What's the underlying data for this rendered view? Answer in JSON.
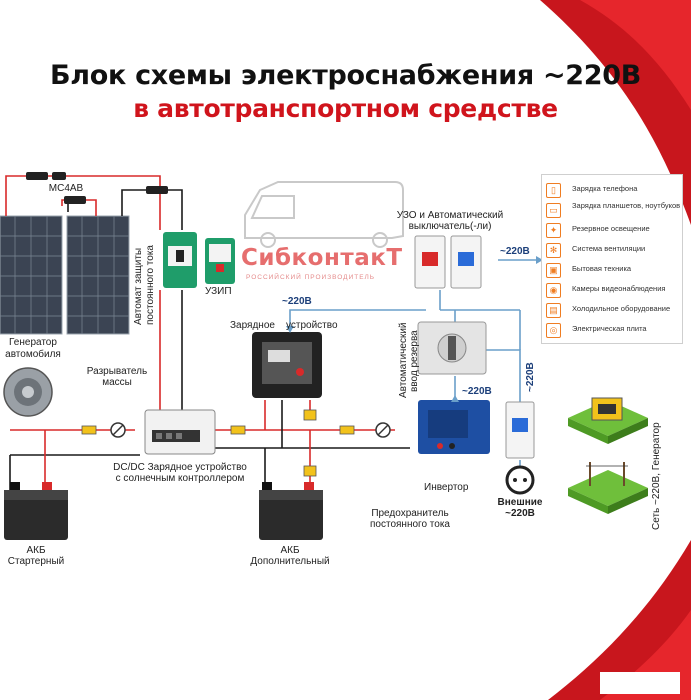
{
  "title": {
    "line1": "Блок схемы электроснабжения ~220В",
    "line2": "в автотранспортном средстве"
  },
  "brand": {
    "name": "СибконтакТ",
    "subtitle": "РОССИЙСКИЙ ПРОИЗВОДИТЕЛЬ"
  },
  "labels": {
    "mc4": "МС4АВ",
    "dc_protect_1": "Автомат защиты",
    "dc_protect_2": "постоянного тока",
    "uzip": "УЗИП",
    "charger_1": "Зарядное",
    "charger_2": "устройство",
    "alt_1": "Генератор",
    "alt_2": "автомобиля",
    "disc_1": "Разрыватель",
    "disc_2": "массы",
    "dcdc_1": "DC/DC Зарядное устройство",
    "dcdc_2": "с солнечным контроллером",
    "fuse_1": "Предохранитель",
    "fuse_2": "постоянного тока",
    "inverter": "Инвертор",
    "ext_1": "Внешние",
    "ext_2": "~220В",
    "akb1_1": "АКБ",
    "akb1_2": "Стартерный",
    "akb2_1": "АКБ",
    "akb2_2": "Дополнительный",
    "rcd_1": "УЗО и Автоматический",
    "rcd_2": "выключатель(-ли)",
    "ats_1": "Автоматический",
    "ats_2": "ввод резерва",
    "grid": "Сеть ~220В, Генератор",
    "v220_a": "~220В",
    "v220_b": "~220В",
    "v220_c": "~220В",
    "v220_d": "~220В"
  },
  "legend": {
    "items": [
      {
        "icon": "phone-icon",
        "glyph": "▯",
        "text": "Зарядка телефона"
      },
      {
        "icon": "tablet-icon",
        "glyph": "▭",
        "text": "Зарядка планшетов, ноутбуков"
      },
      {
        "icon": "bulb-icon",
        "glyph": "✦",
        "text": "Резервное освещение"
      },
      {
        "icon": "fan-icon",
        "glyph": "✻",
        "text": "Система вентиляции"
      },
      {
        "icon": "appliance-icon",
        "glyph": "▣",
        "text": "Бытовая техника"
      },
      {
        "icon": "camera-icon",
        "glyph": "◉",
        "text": "Камеры видеонаблюдения"
      },
      {
        "icon": "fridge-icon",
        "glyph": "▤",
        "text": "Холодильное оборудование"
      },
      {
        "icon": "stove-icon",
        "glyph": "◎",
        "text": "Электрическая плита"
      }
    ]
  },
  "colors": {
    "accent_red": "#d0141c",
    "wire_blue": "#6a9fca",
    "wire_red": "#d82a2a",
    "icon_orange": "#ef7d22"
  }
}
